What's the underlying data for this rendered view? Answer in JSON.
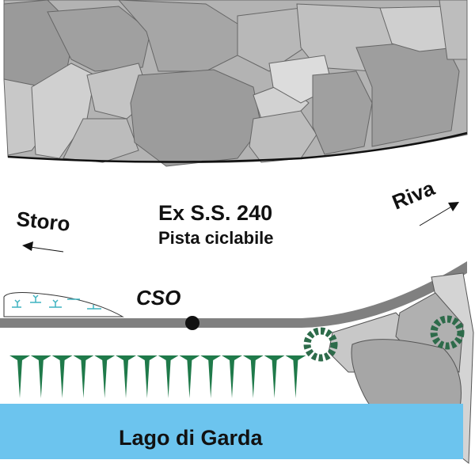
{
  "labels": {
    "storo": "Storo",
    "riva": "Riva",
    "road_name": "Ex S.S. 240",
    "road_subtitle": "Pista ciclabile",
    "cso": "CSO",
    "lake": "Lago di Garda"
  },
  "colors": {
    "water": "#6cc4ee",
    "road": "#808080",
    "vegetation": "#1f7a4a",
    "rock_dark": "#9a9a9a",
    "rock_mid": "#b3b3b3",
    "rock_light": "#d0d0d0",
    "wetland_plant": "#3fb3c0"
  }
}
